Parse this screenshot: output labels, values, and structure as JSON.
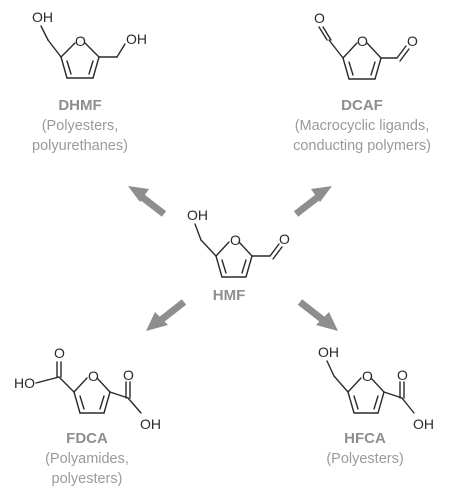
{
  "center": {
    "name": "HMF",
    "labels": {
      "hydroxyl": "OH",
      "ring_oxygen": "O",
      "carbonyl": "O"
    }
  },
  "dhmf": {
    "name": "DHMF",
    "desc_line1": "(Polyesters,",
    "desc_line2": "polyurethanes)",
    "labels": {
      "hydroxyl_left": "OH",
      "ring_oxygen": "O",
      "hydroxyl_right": "OH"
    }
  },
  "dcaf": {
    "name": "DCAF",
    "desc_line1": "(Macrocyclic ligands,",
    "desc_line2": "conducting polymers)",
    "labels": {
      "carbonyl_left": "O",
      "ring_oxygen": "O",
      "carbonyl_right": "O"
    }
  },
  "fdca": {
    "name": "FDCA",
    "desc_line1": "(Polyamides,",
    "desc_line2": "polyesters)",
    "labels": {
      "carbonyl_left": "O",
      "hydroxyl_left": "HO",
      "ring_oxygen": "O",
      "carbonyl_right": "O",
      "hydroxyl_right": "OH"
    }
  },
  "hfca": {
    "name": "HFCA",
    "desc_line1": "(Polyesters)",
    "labels": {
      "hydroxyl": "OH",
      "ring_oxygen": "O",
      "carbonyl": "O",
      "acid_hydroxyl": "OH"
    }
  },
  "colors": {
    "bond": "#2a2a2a",
    "arrow": "#8e8e8e",
    "name_text": "#8e8e8e",
    "desc_text": "#9a9a9a"
  }
}
